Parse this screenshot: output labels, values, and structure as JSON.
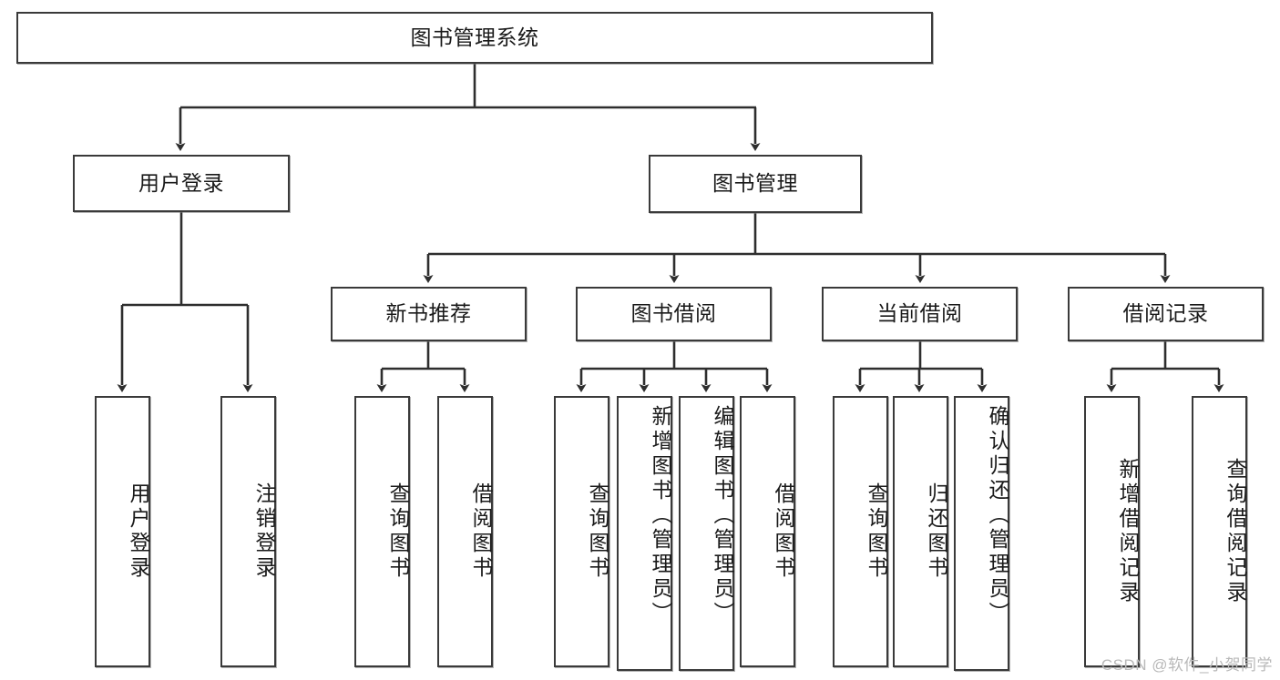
{
  "diagram": {
    "title": "图书管理系统",
    "type": "tree-hierarchy-diagram",
    "colors": {
      "stroke": "#3a3a3a",
      "fill": "#ffffff",
      "text": "#1a1a1a",
      "watermark": "#b9b9b9"
    },
    "nodes": {
      "root": {
        "label": "图书管理系统"
      },
      "level1": [
        {
          "label": "用户登录"
        },
        {
          "label": "图书管理"
        }
      ],
      "level2": [
        {
          "label": "新书推荐"
        },
        {
          "label": "图书借阅"
        },
        {
          "label": "当前借阅"
        },
        {
          "label": "借阅记录"
        }
      ],
      "leaves": {
        "user_login": [
          {
            "label": "用户登录"
          },
          {
            "label": "注销登录"
          }
        ],
        "new_book_recommend": [
          {
            "label": "查询图书"
          },
          {
            "label": "借阅图书"
          }
        ],
        "book_borrow": [
          {
            "label": "查询图书"
          },
          {
            "label": "新增图书（管理员）"
          },
          {
            "label": "编辑图书（管理员）"
          },
          {
            "label": "借阅图书"
          }
        ],
        "current_borrow": [
          {
            "label": "查询图书"
          },
          {
            "label": "归还图书"
          },
          {
            "label": "确认归还（管理员）"
          }
        ],
        "borrow_record": [
          {
            "label": "新增借阅记录"
          },
          {
            "label": "查询借阅记录"
          }
        ]
      }
    },
    "watermark": "CSDN @软件_小贺同学"
  }
}
